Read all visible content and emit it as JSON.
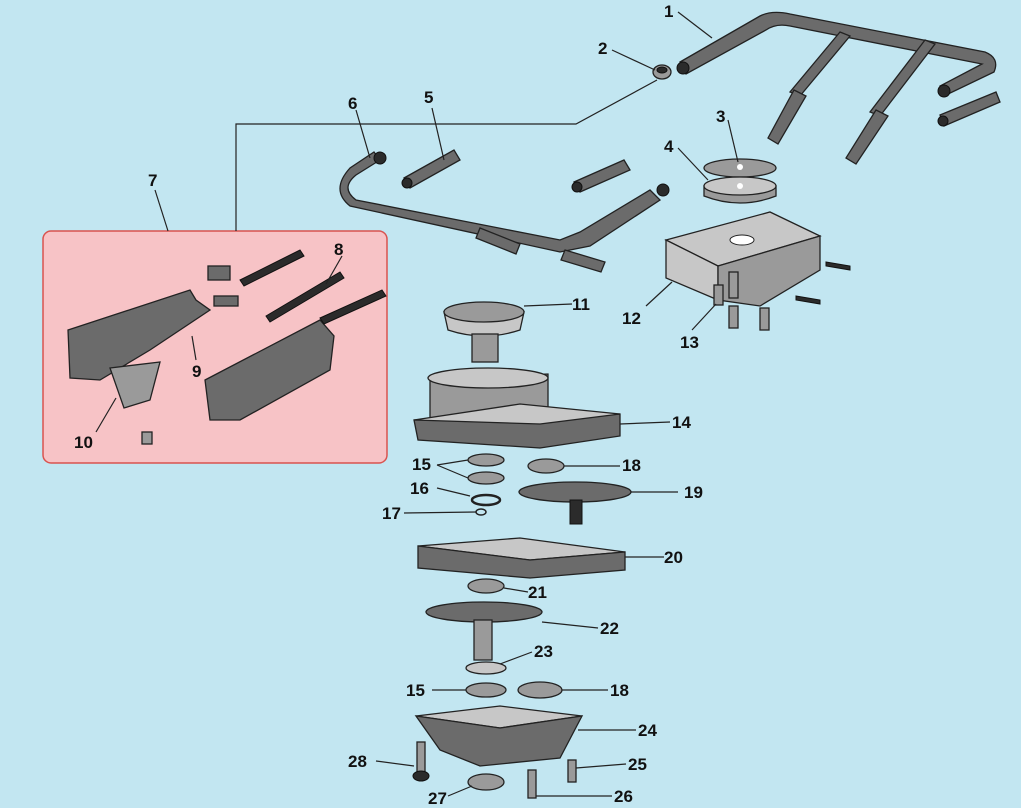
{
  "colors": {
    "background": "#c2e6f1",
    "inset_fill": "#f7c3c6",
    "inset_border": "#d9534f"
  },
  "callouts": {
    "c1": "1",
    "c2": "2",
    "c3": "3",
    "c4": "4",
    "c5": "5",
    "c6": "6",
    "c7": "7",
    "c8": "8",
    "c9": "9",
    "c10": "10",
    "c11": "11",
    "c12": "12",
    "c13": "13",
    "c14": "14",
    "c15a": "15",
    "c15b": "15",
    "c16": "16",
    "c17": "17",
    "c18a": "18",
    "c18b": "18",
    "c19": "19",
    "c20": "20",
    "c21": "21",
    "c22": "22",
    "c23": "23",
    "c24": "24",
    "c25": "25",
    "c26": "26",
    "c27": "27",
    "c28": "28"
  }
}
